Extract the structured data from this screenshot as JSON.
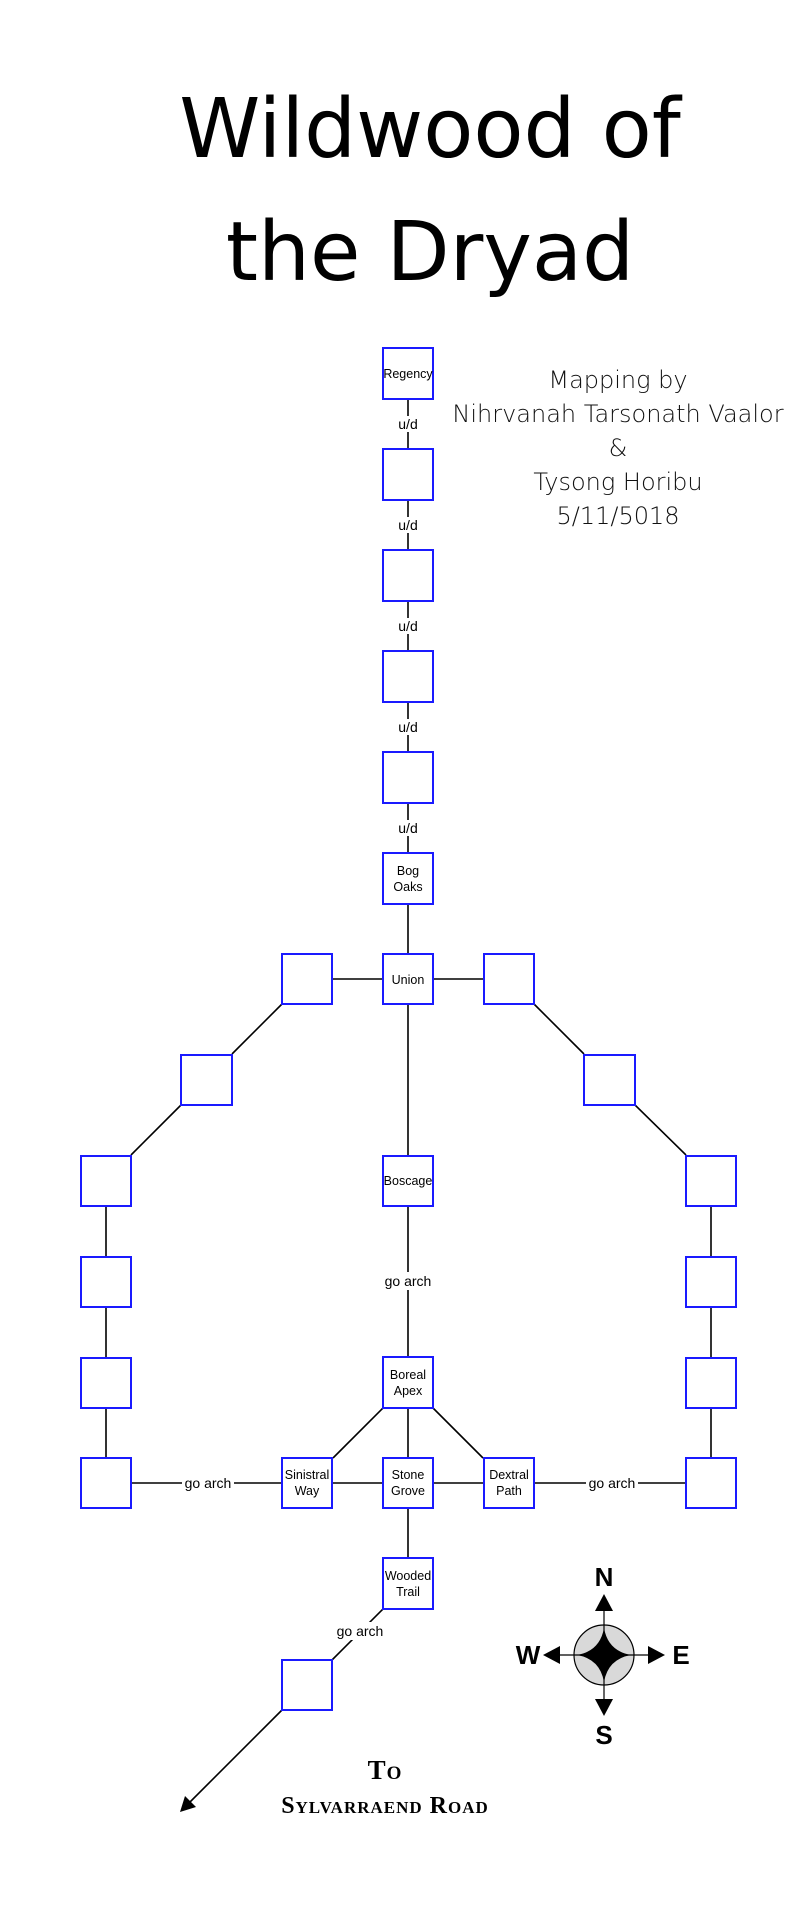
{
  "title": {
    "line1": "Wildwood of",
    "line2": "the Dryad"
  },
  "credits": [
    "Mapping by",
    "Nihrvanah Tarsonath Vaalor",
    "&",
    "Tysong Horibu",
    "5/11/5018"
  ],
  "rooms": {
    "regency": [
      "Regency"
    ],
    "bog_oaks": [
      "Bog",
      "Oaks"
    ],
    "union": [
      "Union"
    ],
    "boscage": [
      "Boscage"
    ],
    "boreal_apex": [
      "Boreal",
      "Apex"
    ],
    "sinistral_way": [
      "Sinistral",
      "Way"
    ],
    "stone_grove": [
      "Stone",
      "Grove"
    ],
    "dextral_path": [
      "Dextral",
      "Path"
    ],
    "wooded_trail": [
      "Wooded",
      "Trail"
    ]
  },
  "connection_labels": {
    "updown": "u/d",
    "go_arch": "go arch"
  },
  "exit": {
    "line1": "To",
    "line2": "Sylvarraend Road"
  },
  "compass": {
    "north": "N",
    "south": "S",
    "east": "E",
    "west": "W"
  },
  "colors": {
    "room_border": "#1a1aff",
    "lines": "#000000",
    "compass_fill": "#d9d9d9"
  }
}
